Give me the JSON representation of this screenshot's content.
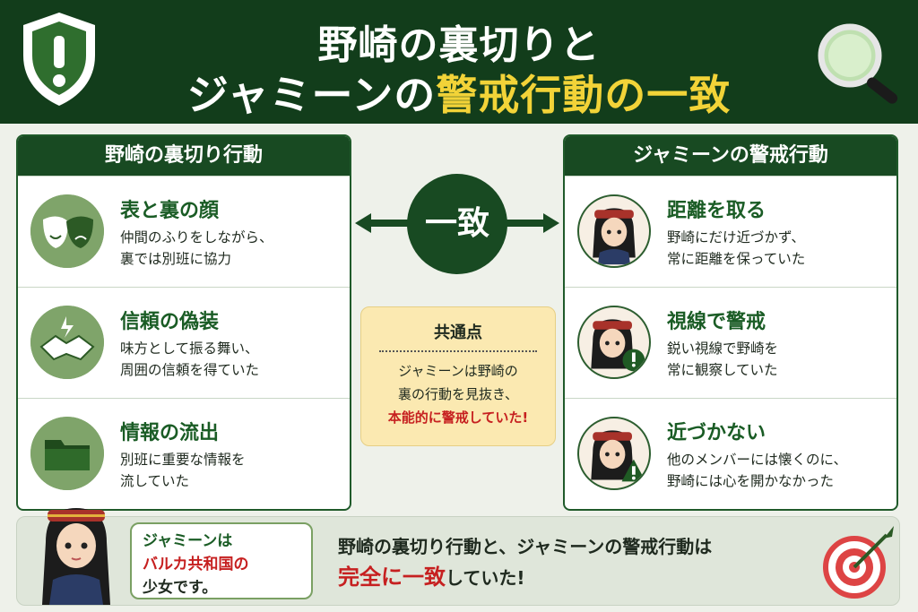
{
  "header": {
    "title_line1": "野崎の裏切りと",
    "title_line2_prefix": "ジャミーンの",
    "title_line2_highlight": "警戒行動の一致",
    "icons": [
      "shield-exclamation-icon",
      "magnifier-icon"
    ]
  },
  "left_panel": {
    "title": "野崎の裏切り行動",
    "items": [
      {
        "icon": "theater-masks-icon",
        "title": "表と裏の顔",
        "desc1": "仲間のふりをしながら、",
        "desc2": "裏では別班に協力"
      },
      {
        "icon": "handshake-icon",
        "title": "信頼の偽装",
        "desc1": "味方として振る舞い、",
        "desc2": "周囲の信頼を得ていた"
      },
      {
        "icon": "folder-icon",
        "title": "情報の流出",
        "desc1": "別班に重要な情報を",
        "desc2": "流していた"
      }
    ]
  },
  "center": {
    "match_label": "一致",
    "common": {
      "title": "共通点",
      "line1": "ジャミーンは野崎の",
      "line2": "裏の行動を見抜き、",
      "line3": "本能的に警戒していた!"
    }
  },
  "right_panel": {
    "title": "ジャミーンの警戒行動",
    "items": [
      {
        "icon": "girl-portrait-icon",
        "title": "距離を取る",
        "desc1": "野崎にだけ近づかず、",
        "desc2": "常に距離を保っていた"
      },
      {
        "icon": "girl-alert-icon",
        "title": "視線で警戒",
        "desc1": "鋭い視線で野崎を",
        "desc2": "常に観察していた"
      },
      {
        "icon": "girl-warning-icon",
        "title": "近づかない",
        "desc1": "他のメンバーには懐くのに、",
        "desc2": "野崎には心を開かなかった"
      }
    ]
  },
  "bottom": {
    "callout_line1": "ジャミーンは",
    "callout_line2": "バルカ共和国の",
    "callout_line3": "少女です。",
    "summary_line1": "野崎の裏切り行動と、ジャミーンの警戒行動は",
    "summary_line2_highlight": "完全に一致",
    "summary_line2_suffix": "していた!",
    "icons": [
      "girl-avatar-icon",
      "target-arrow-icon"
    ]
  },
  "colors": {
    "header_bg": "#123d1b",
    "accent_green": "#184a22",
    "highlight_yellow": "#f2d338",
    "alert_red": "#c62020",
    "common_box_bg": "#fbe9b1"
  }
}
